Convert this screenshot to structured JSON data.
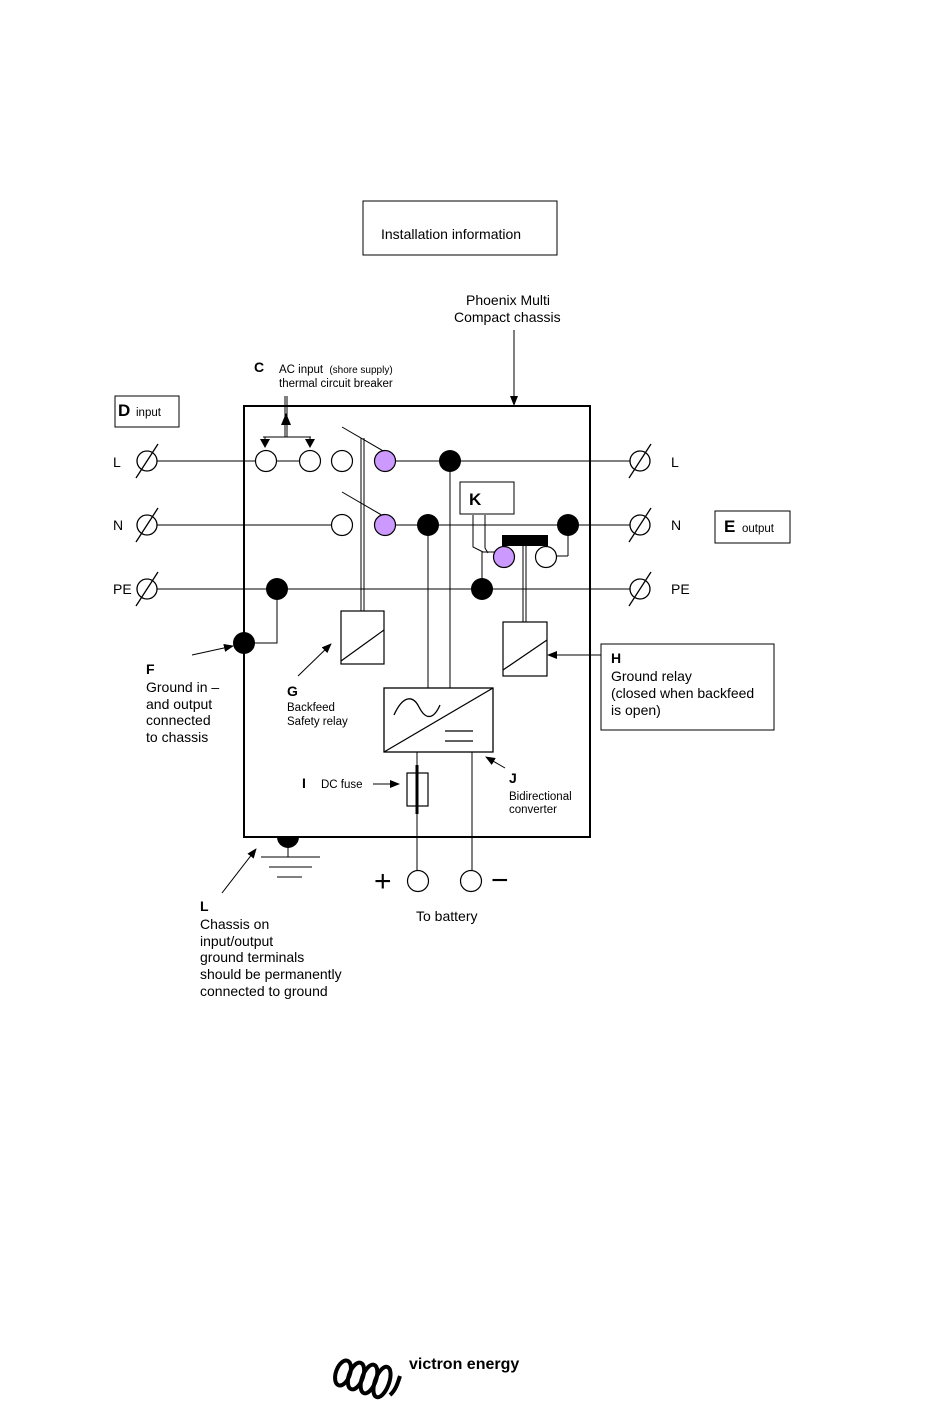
{
  "title_box": "Installation information",
  "chassis_label": [
    "Phoenix Multi",
    "Compact chassis"
  ],
  "labels": {
    "c_letter": "C",
    "c_line1_bold": "AC input",
    "c_line1_small": "(shore supply)",
    "c_line2": "thermal circuit breaker",
    "d_letter": "D",
    "d_text": "input",
    "e_letter": "E",
    "e_text": "output",
    "k_letter": "K",
    "f_letter": "F",
    "f_lines": [
      "Ground in –",
      "and output",
      "connected",
      "to chassis"
    ],
    "g_letter": "G",
    "g_lines": [
      "Backfeed",
      "Safety relay"
    ],
    "h_letter": "H",
    "h_lines": [
      "Ground relay",
      "(closed when backfeed",
      "is open)"
    ],
    "i_letter": "I",
    "i_text": "DC fuse",
    "j_letter": "J",
    "j_lines": [
      "Bidirectional",
      "converter"
    ],
    "l_letter": "L",
    "l_lines": [
      "Chassis on",
      "input/output",
      "ground terminals",
      "should be permanently",
      "connected to ground"
    ],
    "battery": "To battery",
    "plus": "+",
    "minus": "−"
  },
  "terminals": {
    "left": [
      "L",
      "N",
      "PE"
    ],
    "right": [
      "L",
      "N",
      "PE"
    ]
  },
  "brand": "victron energy",
  "colors": {
    "line": "#000000",
    "relay_contact": "#cc99ff",
    "background": "#ffffff"
  }
}
